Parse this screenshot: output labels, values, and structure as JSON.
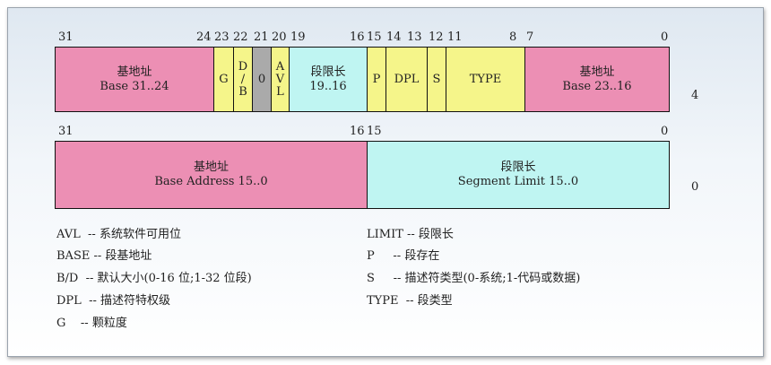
{
  "row1": {
    "bits": [
      "31",
      "24",
      "23",
      "22",
      "21",
      "20",
      "19",
      "16",
      "15",
      "14",
      "13",
      "12",
      "11",
      "8",
      "7",
      "0"
    ],
    "fields": {
      "base_hi": {
        "line1": "基地址",
        "line2": "Base 31..24"
      },
      "g": "G",
      "db": [
        "D",
        "/",
        "B"
      ],
      "zero": "0",
      "avl": [
        "A",
        "V",
        "L"
      ],
      "limit_hi": {
        "line1": "段限长",
        "line2": "19..16"
      },
      "p": "P",
      "dpl": "DPL",
      "s": "S",
      "type": "TYPE",
      "base_mid": {
        "line1": "基地址",
        "line2": "Base 23..16"
      }
    },
    "offset": "4"
  },
  "row2": {
    "bits": [
      "31",
      "16",
      "15",
      "0"
    ],
    "fields": {
      "base_lo": {
        "line1": "基地址",
        "line2": "Base Address 15..0"
      },
      "limit_lo": {
        "line1": "段限长",
        "line2": "Segment Limit 15..0"
      }
    },
    "offset": "0"
  },
  "legend_left": [
    "AVL  -- 系统软件可用位",
    "BASE -- 段基地址",
    "B/D  -- 默认大小(0-16 位;1-32 位段)",
    "DPL  -- 描述符特权级",
    "G    -- 颗粒度"
  ],
  "legend_right": [
    "LIMIT -- 段限长",
    "P     -- 段存在",
    "S     -- 描述符类型(0-系统;1-代码或数据)",
    "TYPE  -- 段类型"
  ],
  "colors": {
    "base": "#ec8fb4",
    "flags": "#f5f58a",
    "reserved": "#aaaaaa",
    "limit": "#bff5f2"
  }
}
